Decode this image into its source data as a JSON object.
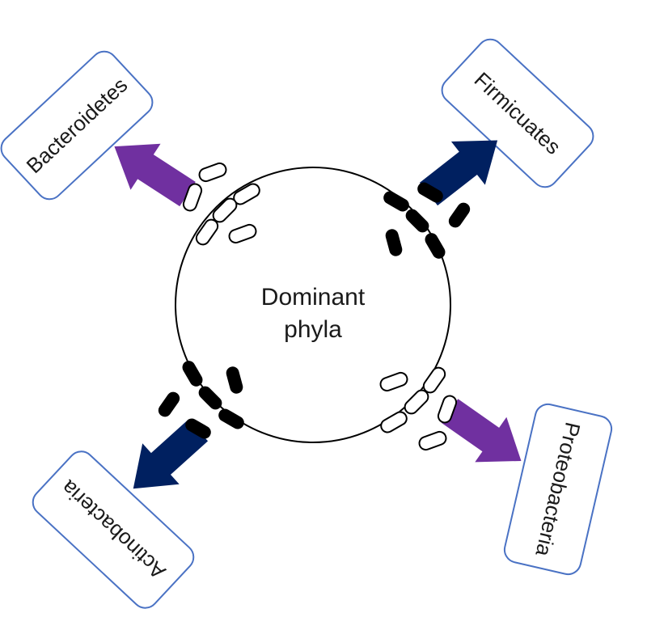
{
  "center": {
    "line1": "Dominant",
    "line2": "phyla"
  },
  "phyla": {
    "bacteroidetes": "Bacteroidetes",
    "firmicutes": "Firmicuates",
    "actinobacteria": "Actinobacteria",
    "proteobacteria": "Proteobacteria"
  },
  "colors": {
    "purple_arrow": "#7030a0",
    "navy_arrow": "#002060",
    "box_border": "#4a72c4",
    "bacteria_dark": "#000000",
    "bacteria_light": "#ffffff"
  }
}
